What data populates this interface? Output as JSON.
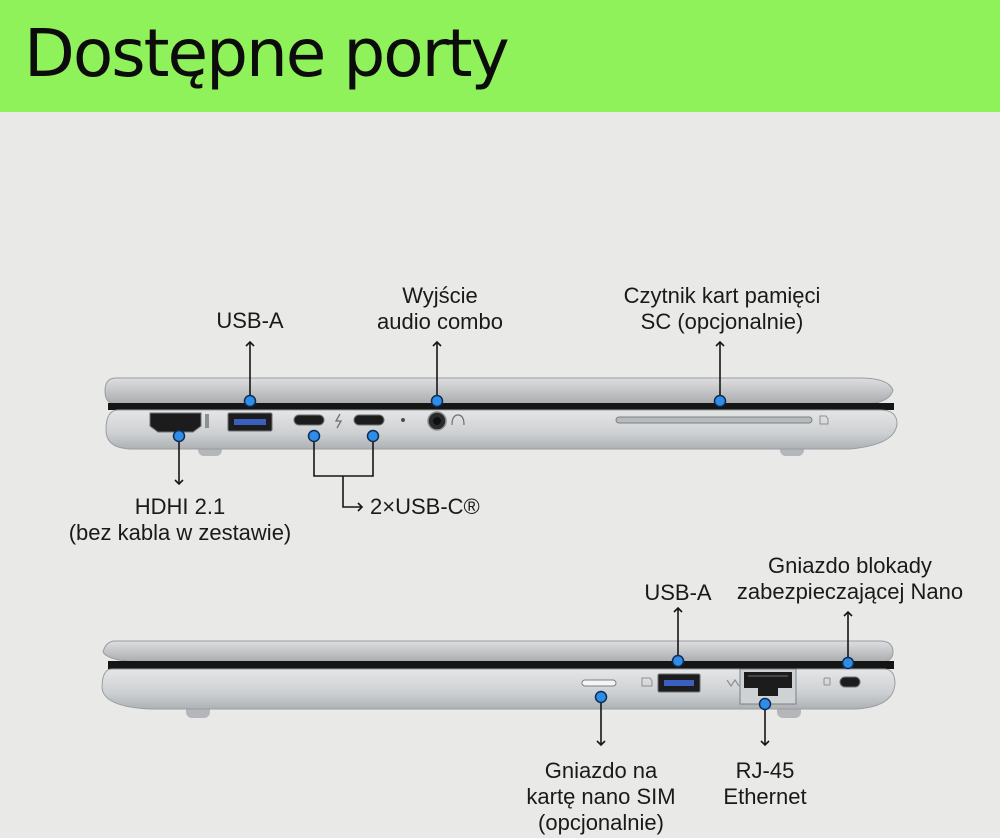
{
  "title": "Dostępne porty",
  "labels": {
    "usb_a_left": "USB-A",
    "audio": "Wyjście\naudio combo",
    "card_reader": "Czytnik kart pamięci\nSC (opcjonalnie)",
    "hdmi": "HDHI 2.1\n(bez kabla w zestawie)",
    "usb_c": "2×USB-C®",
    "lock": "Gniazdo blokady\nzabezpieczającej Nano",
    "usb_a_right": "USB-A",
    "sim": "Gniazdo na\nkartę nano SIM\n(opcjonalnie)",
    "rj45": "RJ-45\nEthernet"
  },
  "colors": {
    "header": "#8ff25b",
    "background": "#e9e9e8",
    "marker": "#2f8de8"
  }
}
